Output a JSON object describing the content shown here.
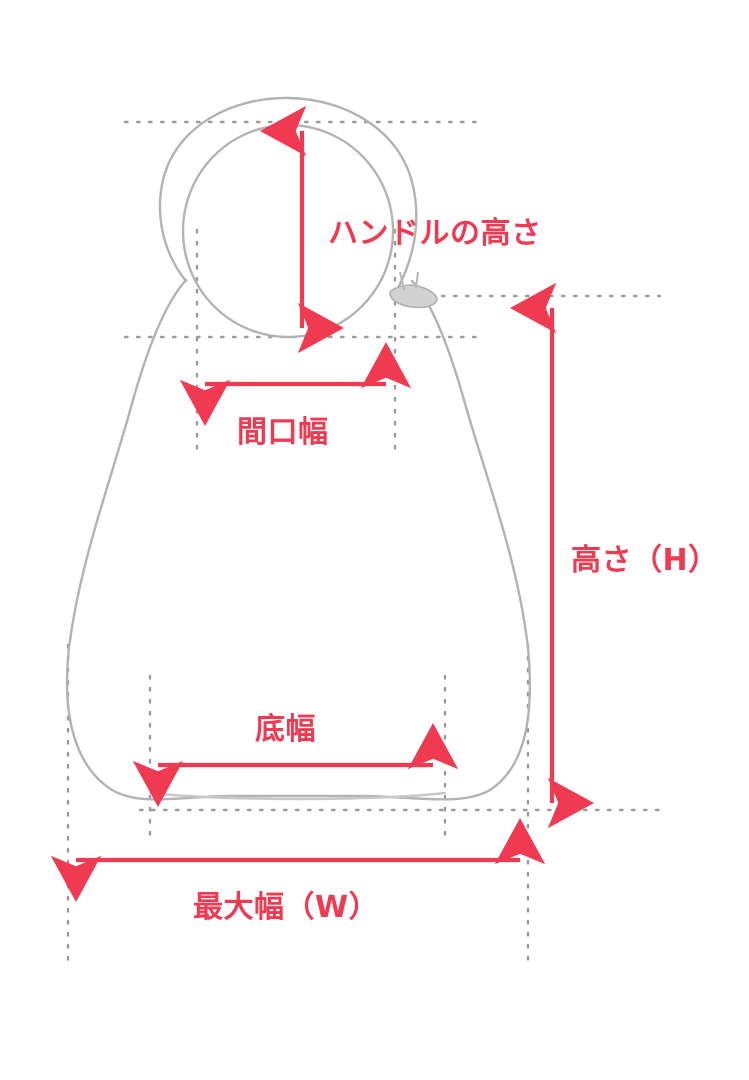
{
  "diagram": {
    "title": "bag-dimension-diagram",
    "background_color": "#ffffff",
    "outline_color": "#b0b0b0",
    "dimension_color": "#ef3a52",
    "guide_color": "#9b9b9b",
    "labels": {
      "handle_height": "ハンドルの高さ",
      "opening_width": "間口幅",
      "height": "高さ（H）",
      "bottom_width": "底幅",
      "max_width": "最大幅（W）"
    },
    "measurements": [
      {
        "name": "handle-height",
        "label": "ハンドルの高さ",
        "orientation": "vertical",
        "arrow": "double"
      },
      {
        "name": "opening-width",
        "label": "間口幅",
        "orientation": "horizontal",
        "arrow": "double"
      },
      {
        "name": "height",
        "label": "高さ（H）",
        "orientation": "vertical",
        "arrow": "double"
      },
      {
        "name": "bottom-width",
        "label": "底幅",
        "orientation": "horizontal",
        "arrow": "double"
      },
      {
        "name": "max-width",
        "label": "最大幅（W）",
        "orientation": "horizontal",
        "arrow": "double"
      }
    ]
  }
}
